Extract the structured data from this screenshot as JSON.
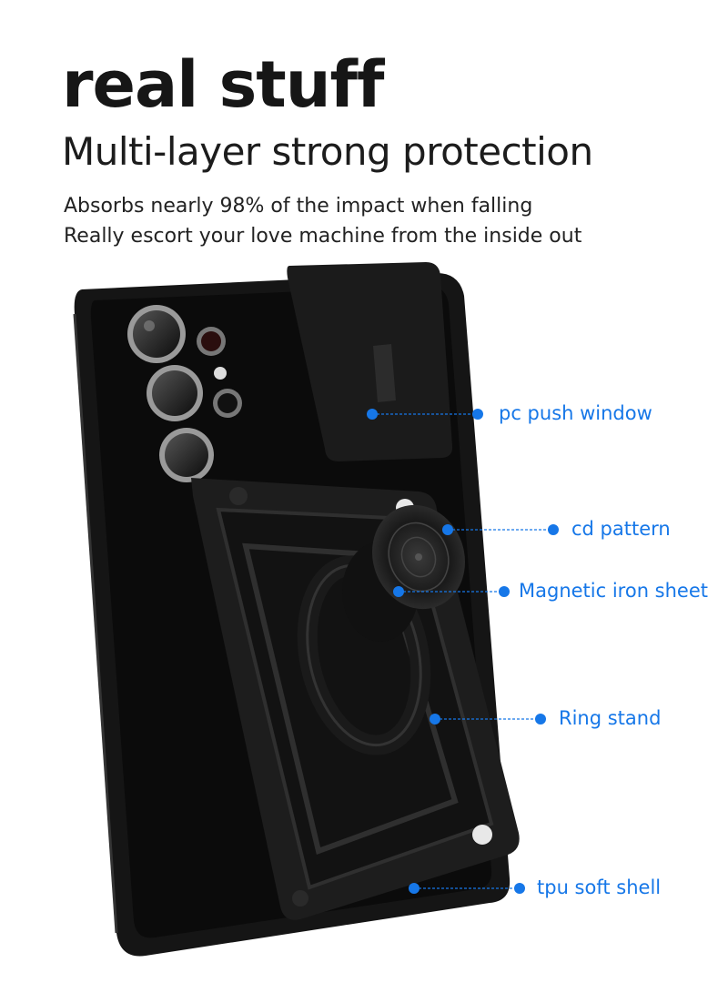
{
  "headline": "real stuff",
  "subheadline": "Multi-layer strong protection",
  "description": [
    "Absorbs nearly 98% of the impact when falling",
    "Really escort your love machine from the inside out"
  ],
  "callouts": [
    {
      "label": "pc push window"
    },
    {
      "label": "cd pattern"
    },
    {
      "label": "Magnetic iron sheet"
    },
    {
      "label": "Ring stand"
    },
    {
      "label": "tpu soft shell"
    }
  ],
  "colors": {
    "accent": "#1677e8",
    "case": "#141414",
    "background": "#ffffff"
  }
}
